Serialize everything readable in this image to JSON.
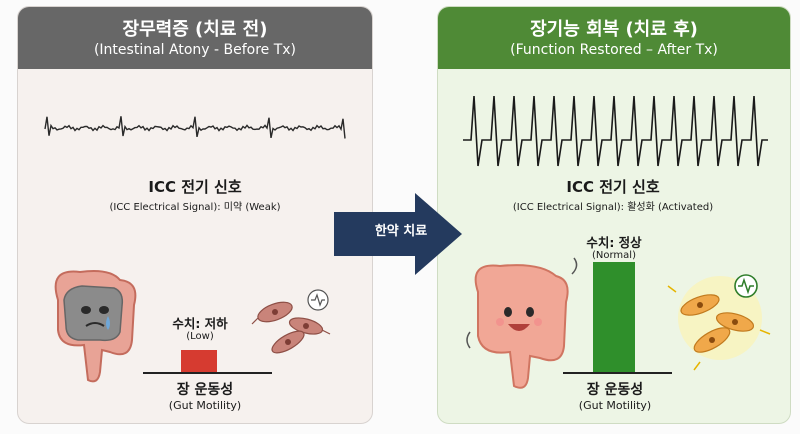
{
  "left": {
    "title": "장무력증 (치료 전)",
    "subtitle": "(Intestinal Atony - Before Tx)",
    "signal_title": "ICC 전기 신호",
    "signal_desc": "(ICC Electrical Signal): 미약 (Weak)",
    "level_label": "수치: 저하",
    "level_sub": "(Low)",
    "axis_title": "장 운동성",
    "axis_sub": "(Gut Motility)",
    "bar_fraction": 0.2,
    "bar_color": "#d63b30"
  },
  "arrow": {
    "label": "한약 치료",
    "color": "#243a5e"
  },
  "right": {
    "title": "장기능 회복 (치료 후)",
    "subtitle": "(Function Restored – After Tx)",
    "signal_title": "ICC 전기 신호",
    "signal_desc": "(ICC Electrical Signal): 활성화 (Activated)",
    "level_label": "수치: 정상",
    "level_sub": "(Normal)",
    "axis_title": "장 운동성",
    "axis_sub": "(Gut Motility)",
    "bar_fraction": 1.0,
    "bar_color": "#2f8f2b"
  },
  "icons": [
    "sad-intestine-icon",
    "weak-cells-icon",
    "happy-intestine-icon",
    "active-cells-icon",
    "signal-badge-icon"
  ]
}
